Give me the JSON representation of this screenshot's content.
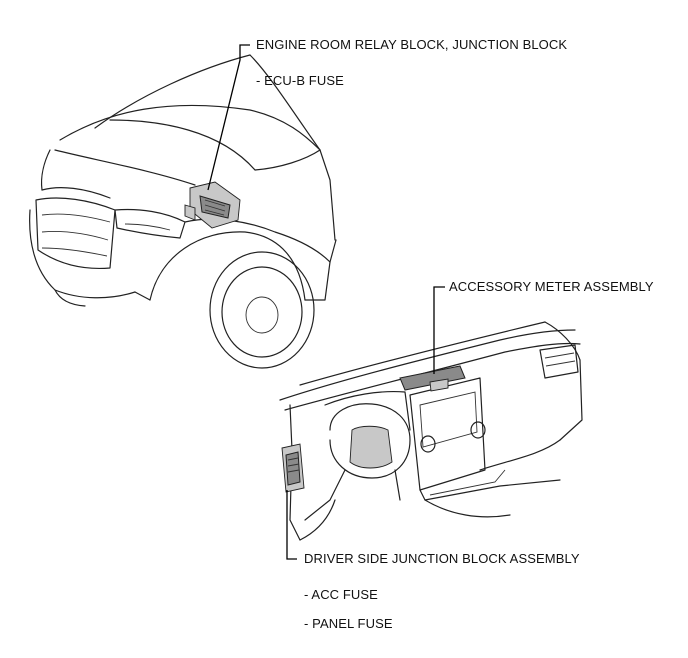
{
  "callouts": {
    "engine_room": {
      "title": "ENGINE ROOM RELAY BLOCK, JUNCTION BLOCK",
      "items": [
        "- ECU-B FUSE"
      ]
    },
    "accessory_meter": {
      "title": "ACCESSORY METER ASSEMBLY"
    },
    "driver_side": {
      "title": "DRIVER SIDE JUNCTION BLOCK ASSEMBLY",
      "items": [
        "- ACC FUSE",
        "- PANEL FUSE"
      ]
    }
  }
}
